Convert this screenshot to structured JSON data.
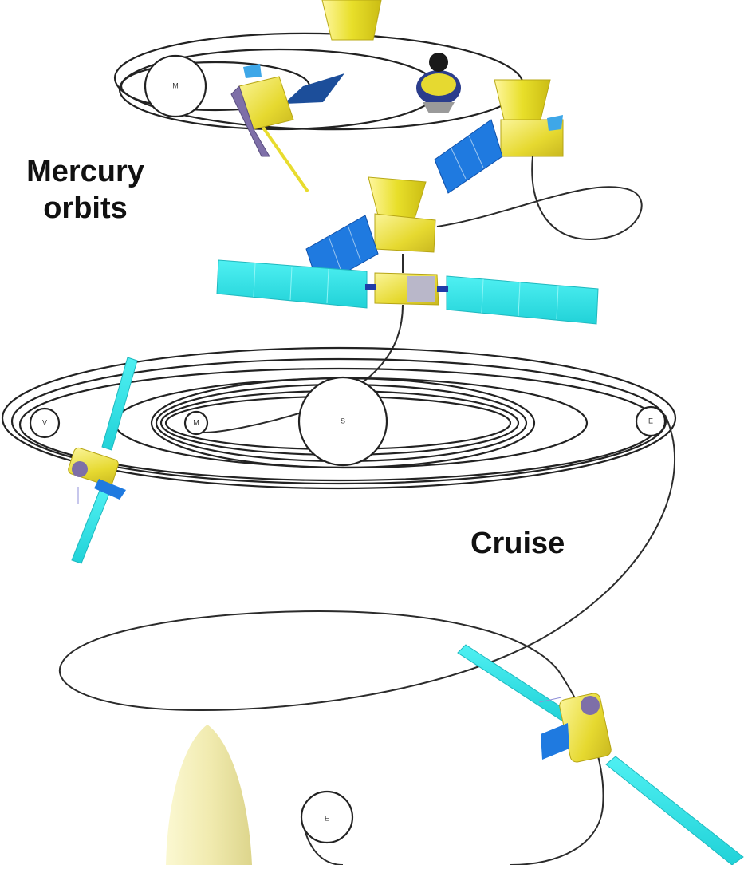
{
  "labels": {
    "mercury_orbits": [
      "Mercury",
      "orbits"
    ],
    "cruise": "Cruise"
  },
  "planet_markers": {
    "mercury": "M",
    "venus": "V",
    "mercury_small": "M",
    "sun": "S",
    "earth_orbit": "E",
    "earth": "E"
  },
  "colors": {
    "solar_panel_cyan": "#2fe0e4",
    "solar_panel_blue": "#1f78e0",
    "spacecraft_gold": "#e9de3a",
    "launcher_cream": "#f4efb0",
    "orbit_line": "#222222"
  }
}
